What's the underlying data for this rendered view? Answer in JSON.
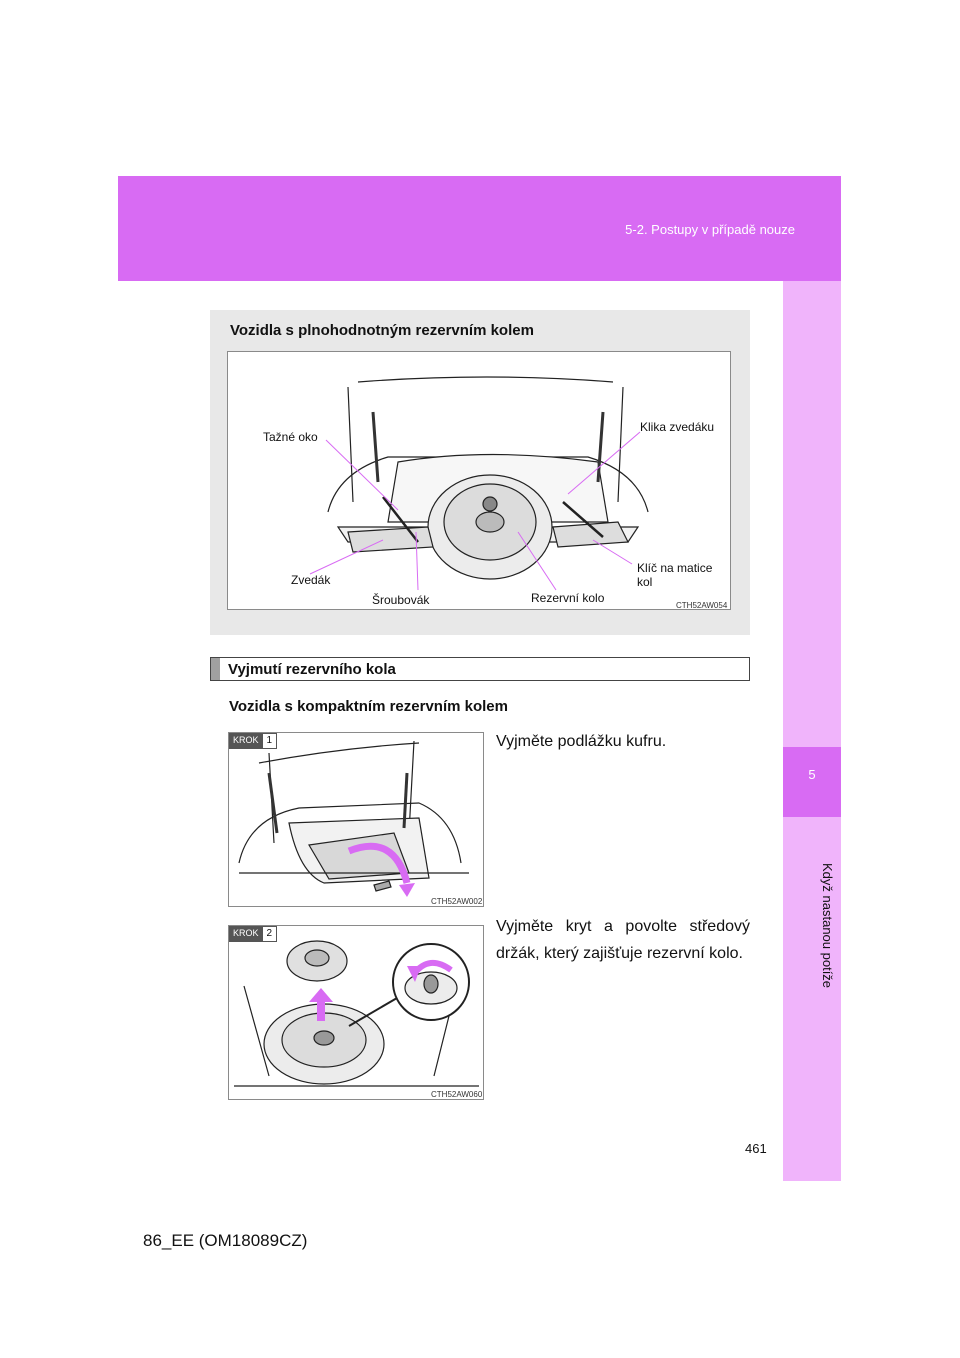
{
  "header": {
    "section": "5-2. Postupy v případě nouze"
  },
  "side_tab": {
    "number": "5",
    "label": "Když nastanou potíže"
  },
  "box": {
    "title": "Vozidla s plnohodnotným rezervním kolem",
    "figure_code": "CTH52AW054",
    "callouts": {
      "tow_eye": "Tažné oko",
      "jack_handle": "Klika zvedáku",
      "jack": "Zvedák",
      "lug_wrench": "Klíč na matice kol",
      "screwdriver": "Šroubovák",
      "spare_wheel": "Rezervní kolo"
    }
  },
  "section": {
    "title": "Vyjmutí rezervního kola"
  },
  "subheading": "Vozidla s kompaktním rezervním kolem",
  "steps": [
    {
      "label": "KROK",
      "number": "1",
      "text": "Vyjměte podlážku kufru.",
      "figure_code": "CTH52AW002"
    },
    {
      "label": "KROK",
      "number": "2",
      "text": "Vyjměte kryt a povolte středový držák, který zajišťuje rezervní kolo.",
      "figure_code": "CTH52AW060"
    }
  ],
  "page_number": "461",
  "footer": "86_EE (OM18089CZ)"
}
